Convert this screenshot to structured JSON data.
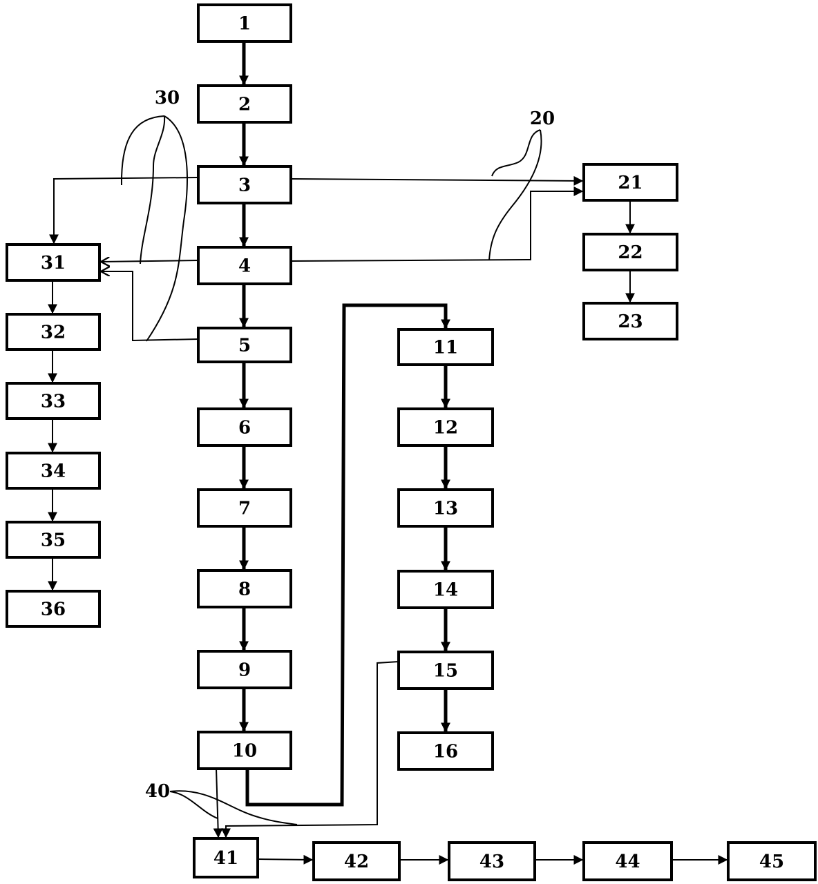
{
  "diagram": {
    "boxes": {
      "b1": "1",
      "b2": "2",
      "b3": "3",
      "b4": "4",
      "b5": "5",
      "b6": "6",
      "b7": "7",
      "b8": "8",
      "b9": "9",
      "b10": "10",
      "b11": "11",
      "b12": "12",
      "b13": "13",
      "b14": "14",
      "b15": "15",
      "b16": "16",
      "b21": "21",
      "b22": "22",
      "b23": "23",
      "b31": "31",
      "b32": "32",
      "b33": "33",
      "b34": "34",
      "b35": "35",
      "b36": "36",
      "b41": "41",
      "b42": "42",
      "b43": "43",
      "b44": "44",
      "b45": "45"
    },
    "refs": {
      "r20": "20",
      "r30": "30",
      "r40": "40"
    }
  }
}
